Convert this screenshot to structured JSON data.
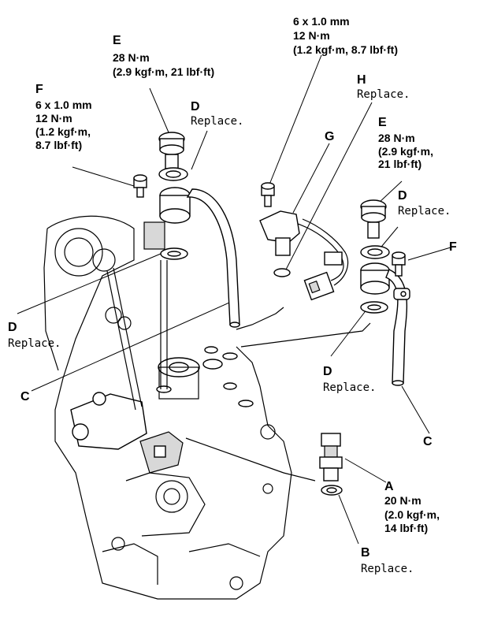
{
  "callouts": {
    "e_top": {
      "letter": "E",
      "torque": "28 N·m",
      "alt": "(2.9 kgf·m, 21 lbf·ft)"
    },
    "f_left": {
      "letter": "F",
      "size": "6 x 1.0 mm",
      "torque": "12 N·m",
      "alt1": "(1.2 kgf·m,",
      "alt2": "8.7 lbf·ft)"
    },
    "d_top": {
      "letter": "D",
      "note": "Replace."
    },
    "bolt_top": {
      "size": "6 x 1.0 mm",
      "torque": "12 N·m",
      "alt": "(1.2 kgf·m, 8.7 lbf·ft)"
    },
    "h": {
      "letter": "H",
      "note": "Replace."
    },
    "g": {
      "letter": "G"
    },
    "e_right": {
      "letter": "E",
      "torque": "28 N·m",
      "alt1": "(2.9 kgf·m,",
      "alt2": "21 lbf·ft)"
    },
    "d_right": {
      "letter": "D",
      "note": "Replace."
    },
    "f_right": {
      "letter": "F"
    },
    "d_left": {
      "letter": "D",
      "note": "Replace."
    },
    "c_left": {
      "letter": "C"
    },
    "d_lower": {
      "letter": "D",
      "note": "Replace."
    },
    "c_right": {
      "letter": "C"
    },
    "a": {
      "letter": "A",
      "torque": "20 N·m",
      "alt1": "(2.0 kgf·m,",
      "alt2": "14 lbf·ft)"
    },
    "b": {
      "letter": "B",
      "note": "Replace."
    }
  }
}
